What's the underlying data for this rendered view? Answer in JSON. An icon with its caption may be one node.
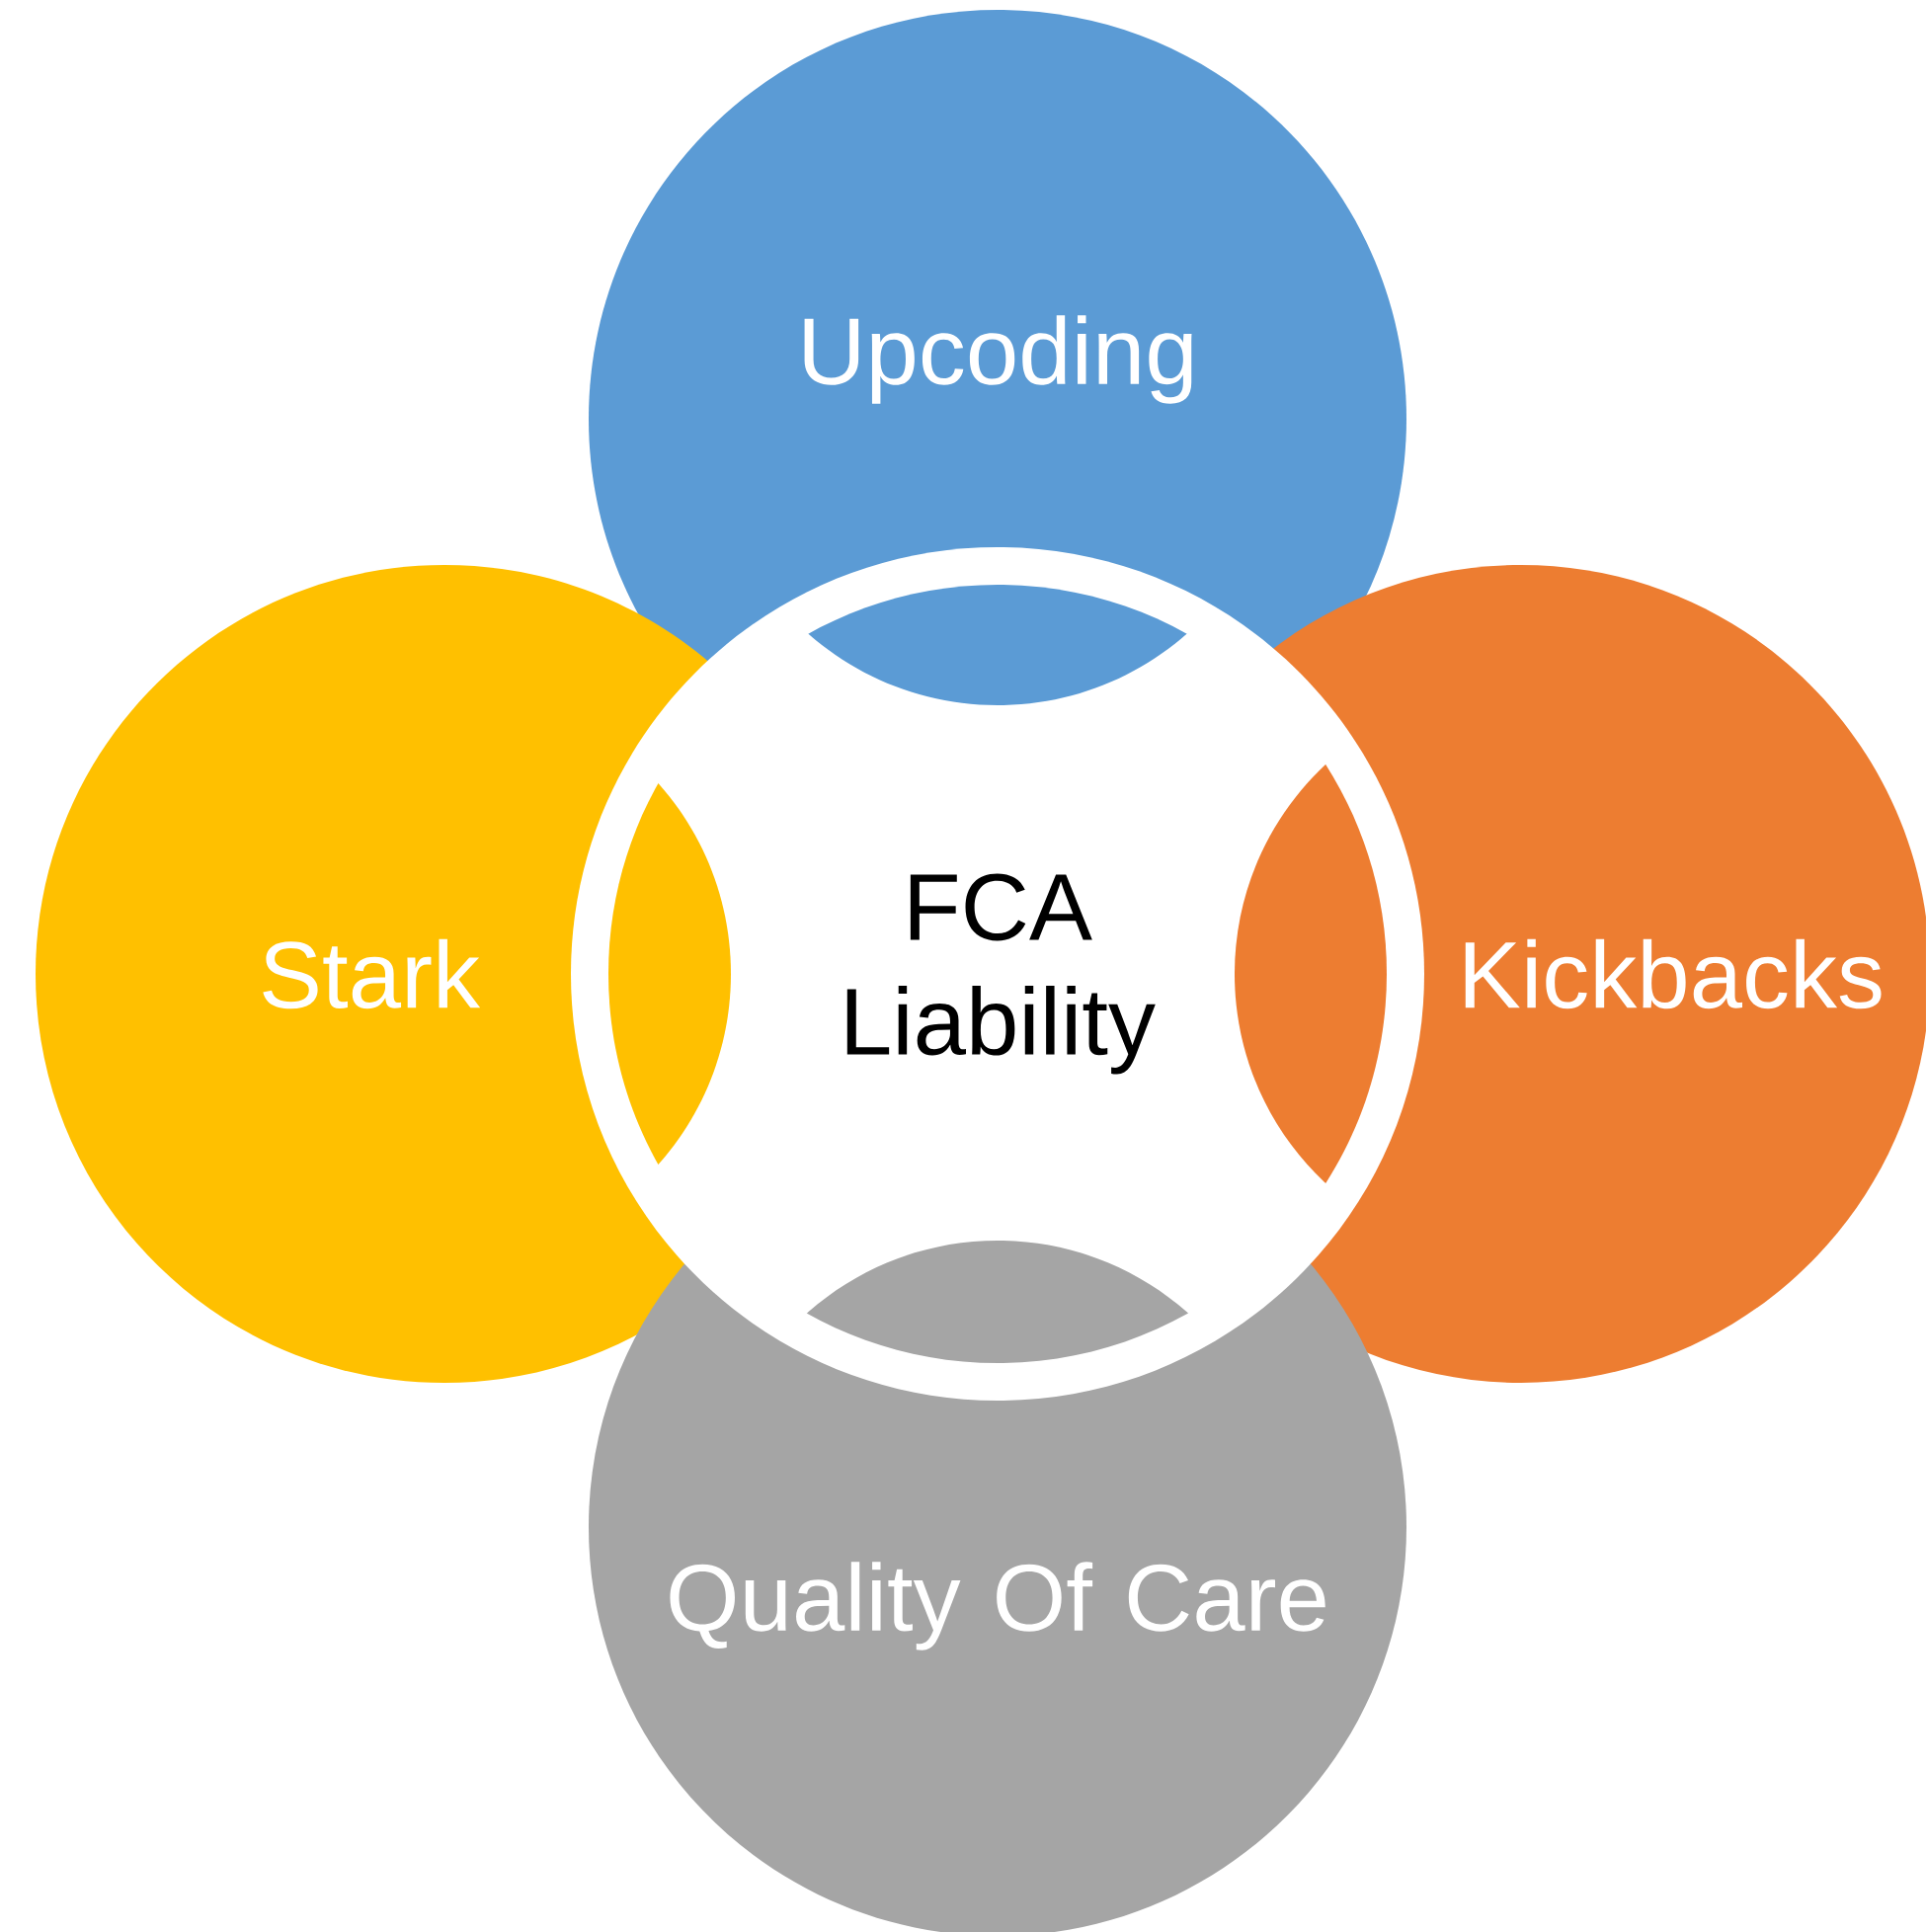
{
  "diagram": {
    "nodes": [
      {
        "text": [
          "Upcoding"
        ]
      },
      {
        "text": [
          "Stark"
        ]
      },
      {
        "text": [
          "FCA Liability"
        ]
      },
      {
        "text": [
          "Kickbacks"
        ]
      },
      {
        "text": [
          "Quality Of Care"
        ]
      }
    ]
  }
}
